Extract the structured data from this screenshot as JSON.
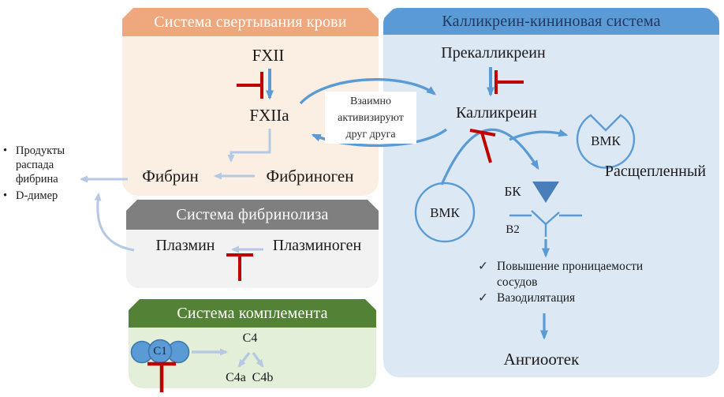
{
  "palette": {
    "coag_header_bg": "#EFA87D",
    "coag_body_bg": "#FBEEE3",
    "kks_header_bg": "#5B9BD5",
    "kks_body_bg": "#DCE8F4",
    "fib_header_bg": "#7F7F7F",
    "fib_body_bg": "#F2F2F2",
    "comp_header_bg": "#538135",
    "comp_body_bg": "#E3EFD9",
    "arrow_blue": "#5B9BD5",
    "arrow_light": "#B5C9E4",
    "inhibitor_red": "#C00000",
    "node_blue_fill": "#5B9BD5",
    "triangle_blue": "#4A7EBB"
  },
  "coagulation": {
    "title": "Система свертывания крови",
    "fxii": "FXII",
    "fxiia": "FXIIa",
    "fibrin": "Фибрин",
    "fibrinogen": "Фибриноген"
  },
  "kks": {
    "title": "Калликреин-кининовая система",
    "prekallikrein": "Прекалликреин",
    "kallikrein": "Калликреин",
    "hmwk_full": "ВМК",
    "hmwk_cleaved": "ВМК",
    "cleaved_label": "Расщепленный",
    "bradykinin": "БК",
    "b2_receptor": "B2",
    "effects": [
      {
        "check": "✓",
        "text": "Повышение проницаемости сосудов"
      },
      {
        "check": "✓",
        "text": "Вазодилятация"
      }
    ],
    "outcome": "Ангиоотек"
  },
  "fibrinolysis": {
    "title": "Система фибринолиза",
    "plasmin": "Плазмин",
    "plasminogen": "Плазминоген"
  },
  "complement": {
    "title": "Система комплемента",
    "c1": "C1",
    "c4": "C4",
    "c4a": "C4a",
    "c4b": "C4b"
  },
  "mutual_note": {
    "lines": [
      "Взаимно",
      "активизируют",
      "друг друга"
    ]
  },
  "side_notes": {
    "bullet": "•",
    "items": [
      "Продукты распада фибрина",
      "D-димер"
    ]
  }
}
